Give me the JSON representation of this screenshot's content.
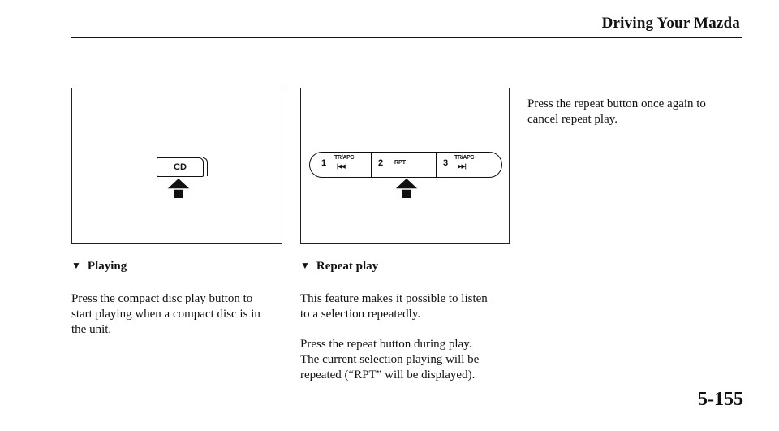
{
  "header": {
    "title": "Driving Your Mazda"
  },
  "figure_left": {
    "button_label": "CD"
  },
  "figure_right": {
    "segments": [
      {
        "number": "1",
        "top_label": "TR/APC",
        "glyph": "|◀◀"
      },
      {
        "number": "2",
        "mid_label": "RPT"
      },
      {
        "number": "3",
        "top_label": "TR/APC",
        "glyph": "▶▶|"
      }
    ]
  },
  "sections": {
    "playing": {
      "heading_marker": "▼",
      "heading": "Playing",
      "lines": [
        "Press the compact disc play button to",
        "start playing when a compact disc is in",
        "the unit."
      ]
    },
    "repeat": {
      "heading_marker": "▼",
      "heading": "Repeat play",
      "para1": [
        "This feature makes it possible to listen",
        "to a selection repeatedly."
      ],
      "para2": [
        "Press the repeat button during play.",
        "The current selection playing will be",
        "repeated (“RPT” will be displayed)."
      ]
    },
    "cancel": {
      "lines": [
        "Press the repeat button once again to",
        "cancel repeat play."
      ]
    }
  },
  "footer": {
    "page_number": "5-155"
  }
}
